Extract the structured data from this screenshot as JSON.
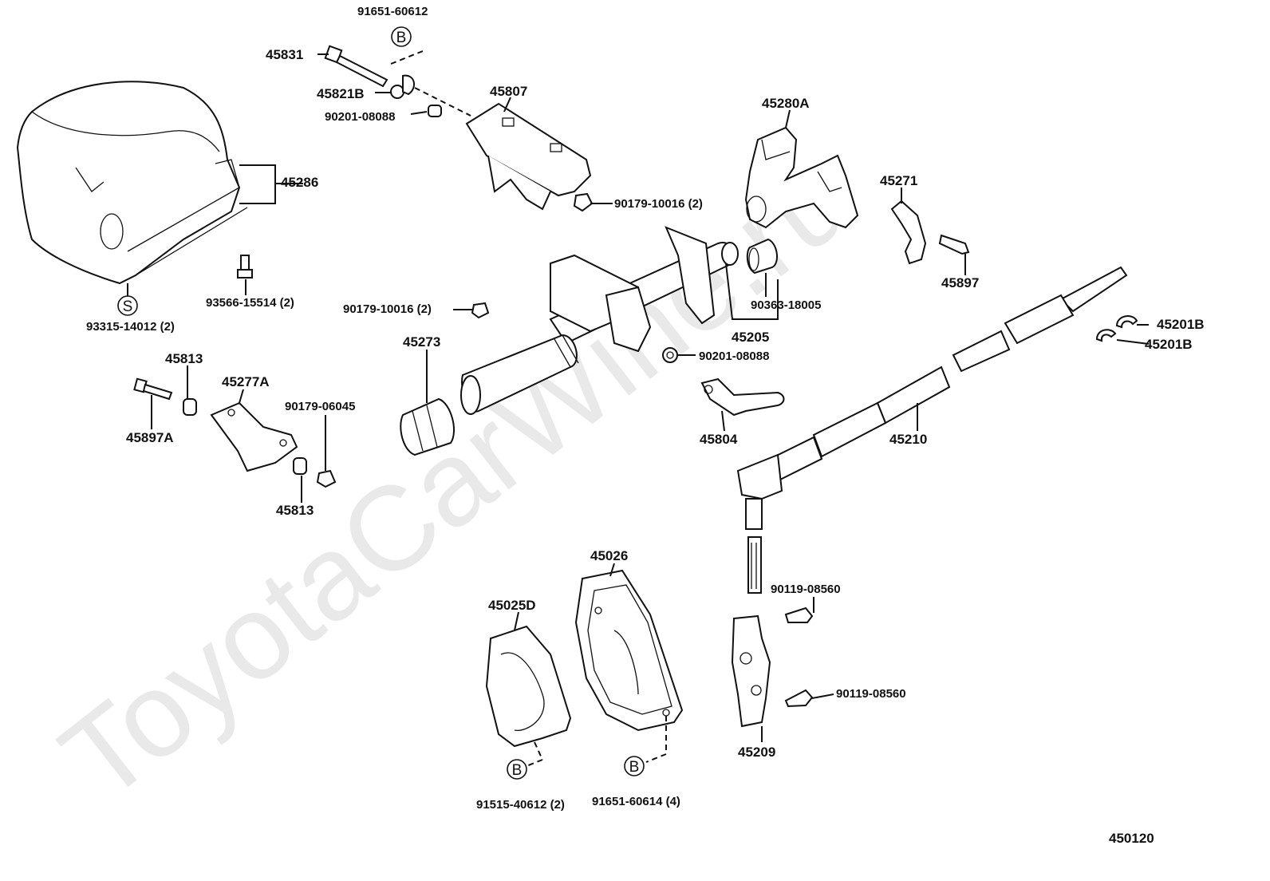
{
  "watermark": "ToyotaCarWine.ru",
  "diagram_code": "450120",
  "labels": {
    "p91651_60612": "91651-60612",
    "p45831": "45831",
    "p45821b": "45821B",
    "p90201_08088_top": "90201-08088",
    "p45807": "45807",
    "p45286": "45286",
    "p90179_10016_top": "90179-10016 (2)",
    "p45280a": "45280A",
    "p45271": "45271",
    "p45897": "45897",
    "p93566_15514": "93566-15514 (2)",
    "p93315_14012": "93315-14012 (2)",
    "p90179_10016_mid": "90179-10016 (2)",
    "p90363_18005": "90363-18005",
    "p45205": "45205",
    "p45201b_a": "45201B",
    "p45201b_b": "45201B",
    "p45273": "45273",
    "p90201_08088_mid": "90201-08088",
    "p45813_top": "45813",
    "p45277a": "45277A",
    "p90179_06045": "90179-06045",
    "p45897a": "45897A",
    "p45804": "45804",
    "p45210": "45210",
    "p45813_bot": "45813",
    "p45026": "45026",
    "p45025d": "45025D",
    "p90119_08560_a": "90119-08560",
    "p90119_08560_b": "90119-08560",
    "p45209": "45209",
    "p91515_40612": "91515-40612 (2)",
    "p91651_60614": "91651-60614 (4)"
  },
  "markers": {
    "b_top": "B",
    "s_left": "S",
    "b_bottom_left": "B",
    "b_bottom_right": "B"
  }
}
